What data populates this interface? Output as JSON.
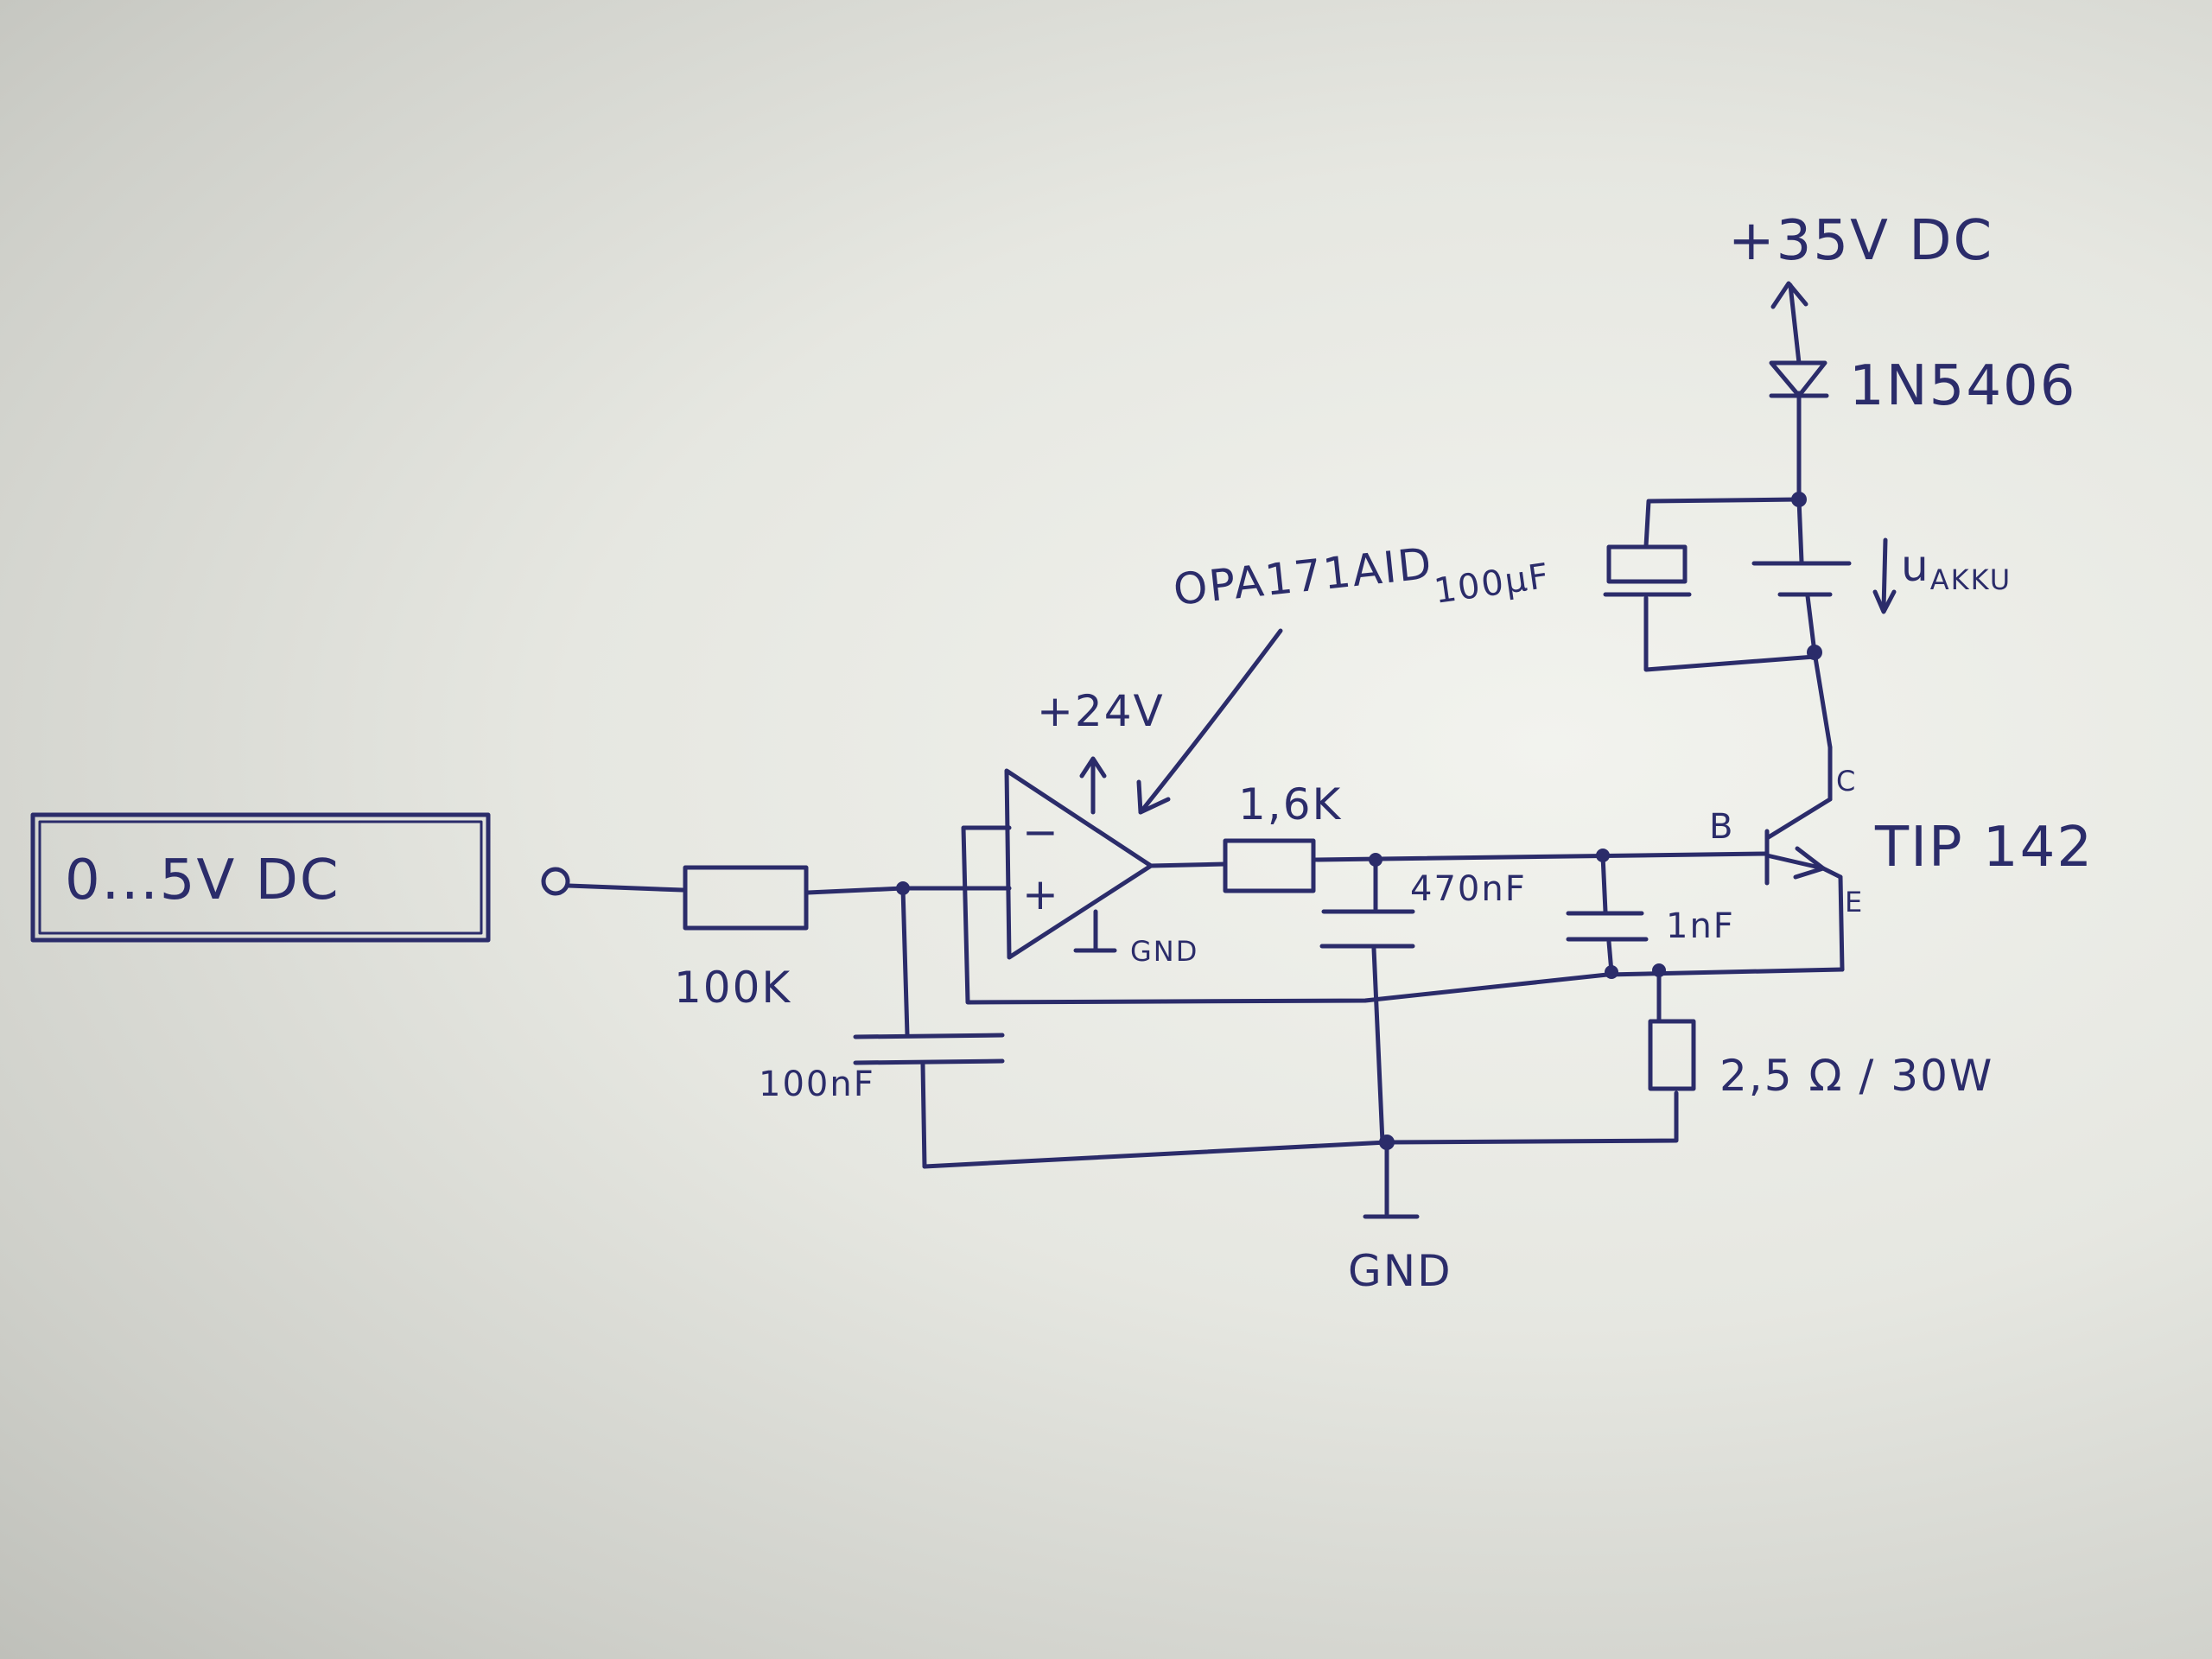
{
  "labels": {
    "input_source": "0...5V DC",
    "r_input": "100K",
    "c_input": "100nF",
    "opamp_name": "OPA171AID",
    "opamp_supply": "+24V",
    "opamp_gnd": "GND",
    "opamp_minus": "−",
    "opamp_plus": "+",
    "r_base": "1,6K",
    "c_470": "470nF",
    "c_1n": "1nF",
    "r_shunt": "2,5 Ω / 30W",
    "gnd": "GND",
    "transistor": "TIP 142",
    "pin_b": "B",
    "pin_c": "C",
    "pin_e": "E",
    "supply": "+35V DC",
    "diode": "1N5406",
    "c_bulk": "100µF",
    "u_akku": "u",
    "u_akku_sub": "AKKU"
  },
  "colors": {
    "ink": "#2b2c6a",
    "paper": "#eceee8"
  }
}
